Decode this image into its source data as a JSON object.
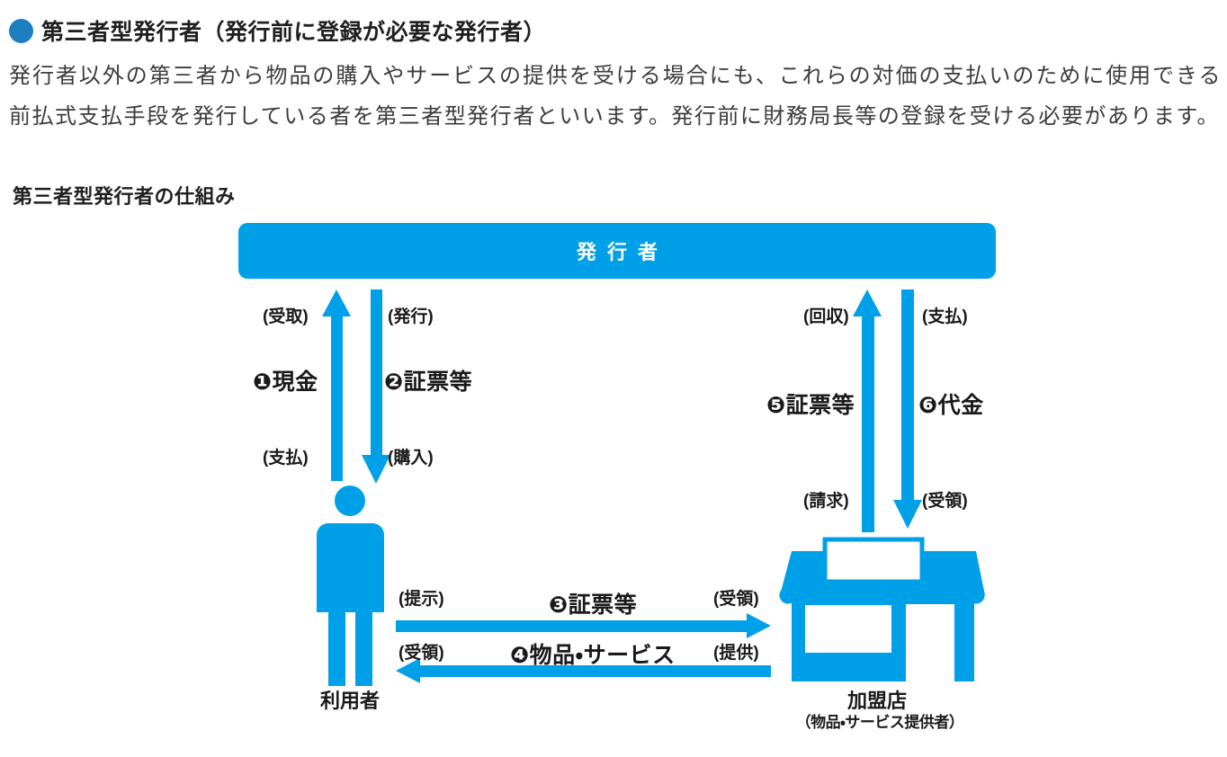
{
  "colors": {
    "blue": "#00a0e9",
    "bullet": "#1d7ec2",
    "heading": "#1f1f1f",
    "body": "#3c3c3c",
    "label": "#1a1a1a"
  },
  "header": {
    "title": "第三者型発行者（発行前に登録が必要な発行者）"
  },
  "intro": {
    "text": "発行者以外の第三者から物品の購入やサービスの提供を受ける場合にも、これらの対価の支払いのために使用できる前払式支払手段を発行している者を第三者型発行者といいます。発行前に財務局長等の登録を受ける必要があります。"
  },
  "diagram": {
    "title": "第三者型発行者の仕組み",
    "issuer": "発行者",
    "user": "利用者",
    "merchant": "加盟店",
    "merchant_sub": "（物品・サービス提供者）",
    "flow_cash": {
      "top": "(受取)",
      "label": "❶現金",
      "bottom": "(支払)"
    },
    "flow_voucher_issue": {
      "top": "(発行)",
      "label": "❷証票等",
      "bottom": "(購入)"
    },
    "flow_voucher_present": {
      "left": "(提示)",
      "label": "❸証票等",
      "right": "(受領)"
    },
    "flow_goods": {
      "left": "(受領)",
      "label": "❹物品・サービス",
      "right": "(提供)"
    },
    "flow_voucher_collect": {
      "top": "(回収)",
      "label": "❺証票等",
      "bottom": "(請求)"
    },
    "flow_payment": {
      "top": "(支払)",
      "label": "❻代金",
      "bottom": "(受領)"
    }
  }
}
